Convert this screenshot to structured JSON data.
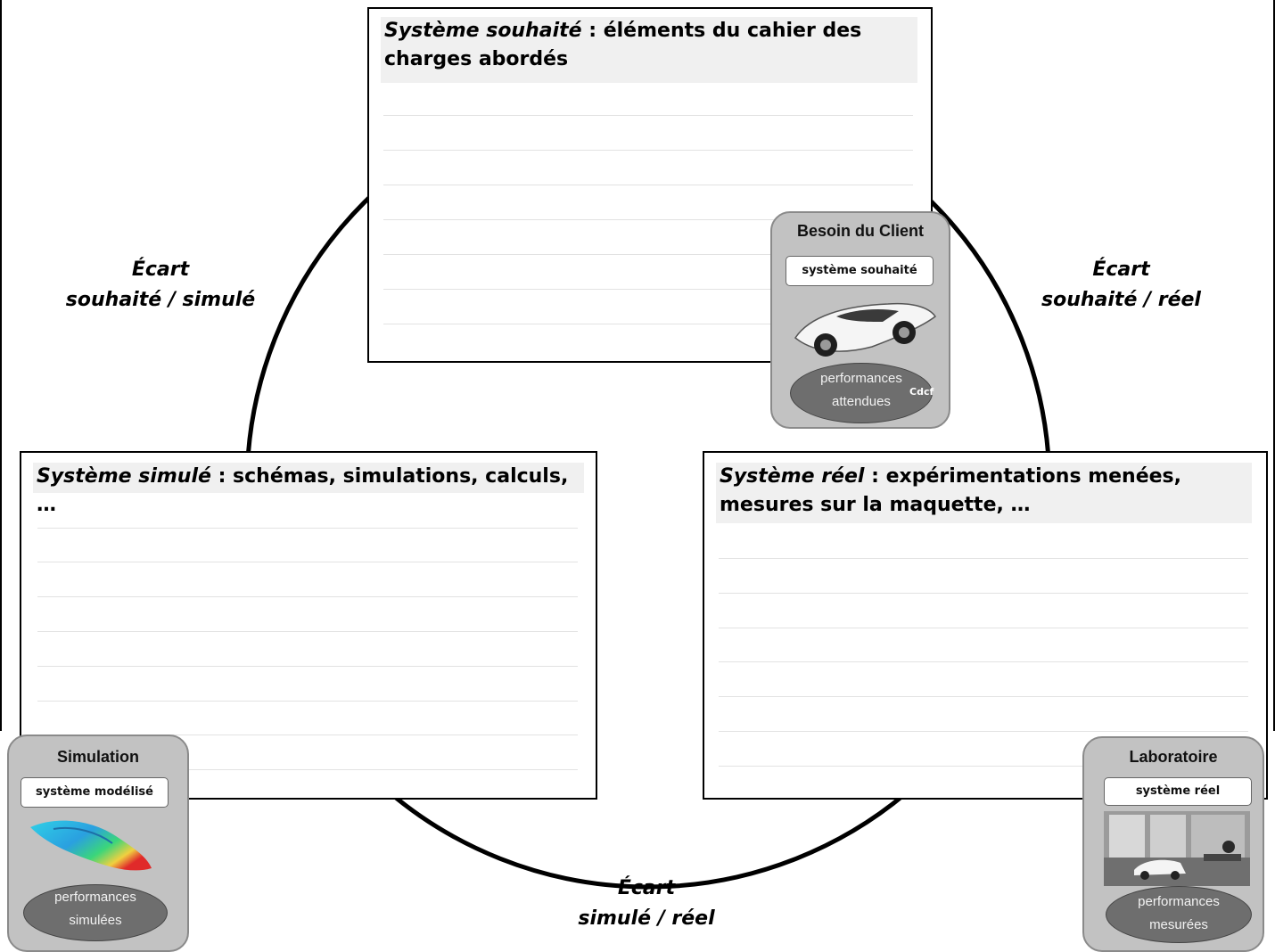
{
  "panels": {
    "souhaite": {
      "title_em": "Système souhaité",
      "title_rest": " : éléments du cahier des charges abordés"
    },
    "simule": {
      "title_em": "Système simulé",
      "title_rest": " : schémas, simulations, calculs, …"
    },
    "reel": {
      "title_em": "Système réel",
      "title_rest": " : expérimentations menées, mesures sur la maquette, …"
    }
  },
  "ecarts": {
    "souhaite_simule": {
      "line1": "Écart",
      "line2": "souhaité / simulé"
    },
    "souhaite_reel": {
      "line1": "Écart",
      "line2": "souhaité / réel"
    },
    "simule_reel": {
      "line1": "Écart",
      "line2": "simulé / réel"
    }
  },
  "cards": {
    "client": {
      "title": "Besoin du Client",
      "label": "système souhaité",
      "oval_line1": "performances",
      "oval_line2": "attendues",
      "tag": "Cdcf"
    },
    "simulation": {
      "title": "Simulation",
      "label": "système modélisé",
      "oval_line1": "performances",
      "oval_line2": "simulées"
    },
    "laboratoire": {
      "title": "Laboratoire",
      "label": "système réel",
      "oval_line1": "performances",
      "oval_line2": "mesurées"
    }
  },
  "colors": {
    "card_bg": "#c2c2c2",
    "oval_bg": "#6e6e6e",
    "header_bg": "#f0f0f0"
  }
}
